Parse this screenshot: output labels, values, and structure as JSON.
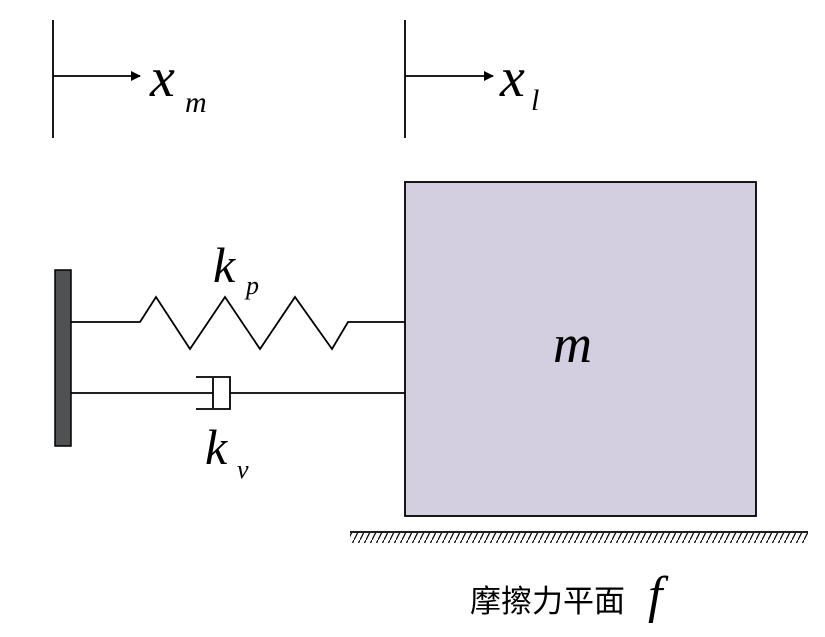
{
  "labels": {
    "master_symbol": "x",
    "master_sub": "m",
    "load_symbol": "x",
    "load_sub": "l",
    "stiffness_symbol": "k",
    "stiffness_sub": "p",
    "damping_symbol": "k",
    "damping_sub": "v",
    "mass": "m",
    "friction_text": "摩擦力平面",
    "friction_symbol": "f"
  },
  "colors": {
    "mass_fill": "#d4cfe0",
    "wall_fill": "#4f5152",
    "line": "#000000"
  }
}
